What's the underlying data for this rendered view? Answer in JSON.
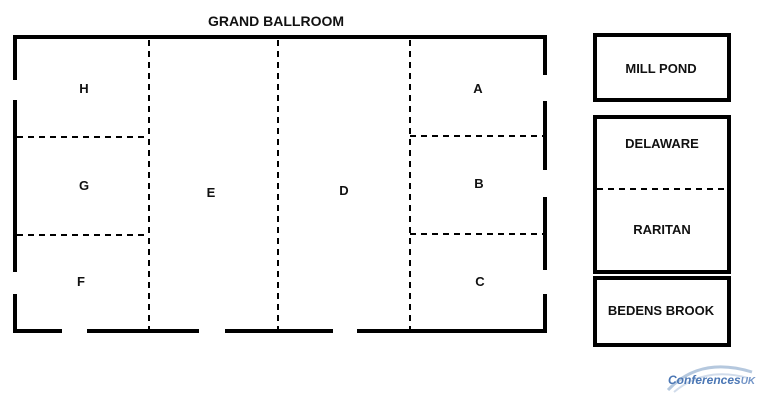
{
  "title": "GRAND BALLROOM",
  "ballroom_sections": {
    "h": "H",
    "g": "G",
    "f": "F",
    "e": "E",
    "d": "D",
    "a": "A",
    "b": "B",
    "c": "C"
  },
  "side_rooms": {
    "mill_pond": "MILL POND",
    "delaware": "DELAWARE",
    "raritan": "RARITAN",
    "bedens_brook": "BEDENS BROOK"
  },
  "logo": {
    "text_main": "Conferences",
    "text_suffix": "UK"
  },
  "colors": {
    "line": "#000000",
    "text": "#111111",
    "logo_blue": "#2b5fa8",
    "logo_swoosh": "#a9bfd9"
  }
}
